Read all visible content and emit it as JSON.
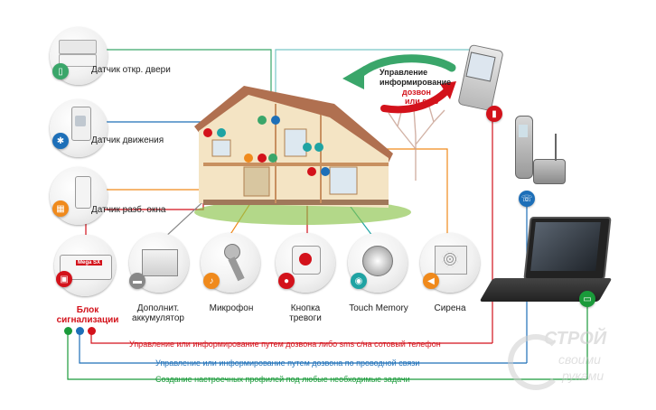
{
  "sensors": {
    "door": "Датчик откр. двери",
    "motion": "Датчик движения",
    "window": "Датчик разб. окна"
  },
  "control": {
    "line1": "Управление",
    "line2": "информирование",
    "line3": "дозвон",
    "line4": "или sms"
  },
  "devices": {
    "alarm_unit_line1": "Блок",
    "alarm_unit_line2": "сигнализации",
    "battery_line1": "Дополнит.",
    "battery_line2": "аккумулятор",
    "microphone": "Микрофон",
    "panic_line1": "Кнопка",
    "panic_line2": "тревоги",
    "touch_memory": "Touch Memory",
    "siren": "Сирена"
  },
  "unit_brand": "Mega SX",
  "captions": {
    "red": "Управление или информирование путем дозвона либо sms с/на сотовый телефон",
    "blue": "Управление или информирование путем дозвона по проводной связи",
    "green": "Создание настроечных профилей под любые необходимые задачи"
  },
  "watermark": {
    "line1": "СТРОЙ",
    "line2": "своими",
    "line3": "руками"
  },
  "colors": {
    "red": "#d3121b",
    "blue": "#1d6fb8",
    "green": "#1a9a3a",
    "orange": "#f08a1c",
    "teal": "#1fa3a3"
  }
}
